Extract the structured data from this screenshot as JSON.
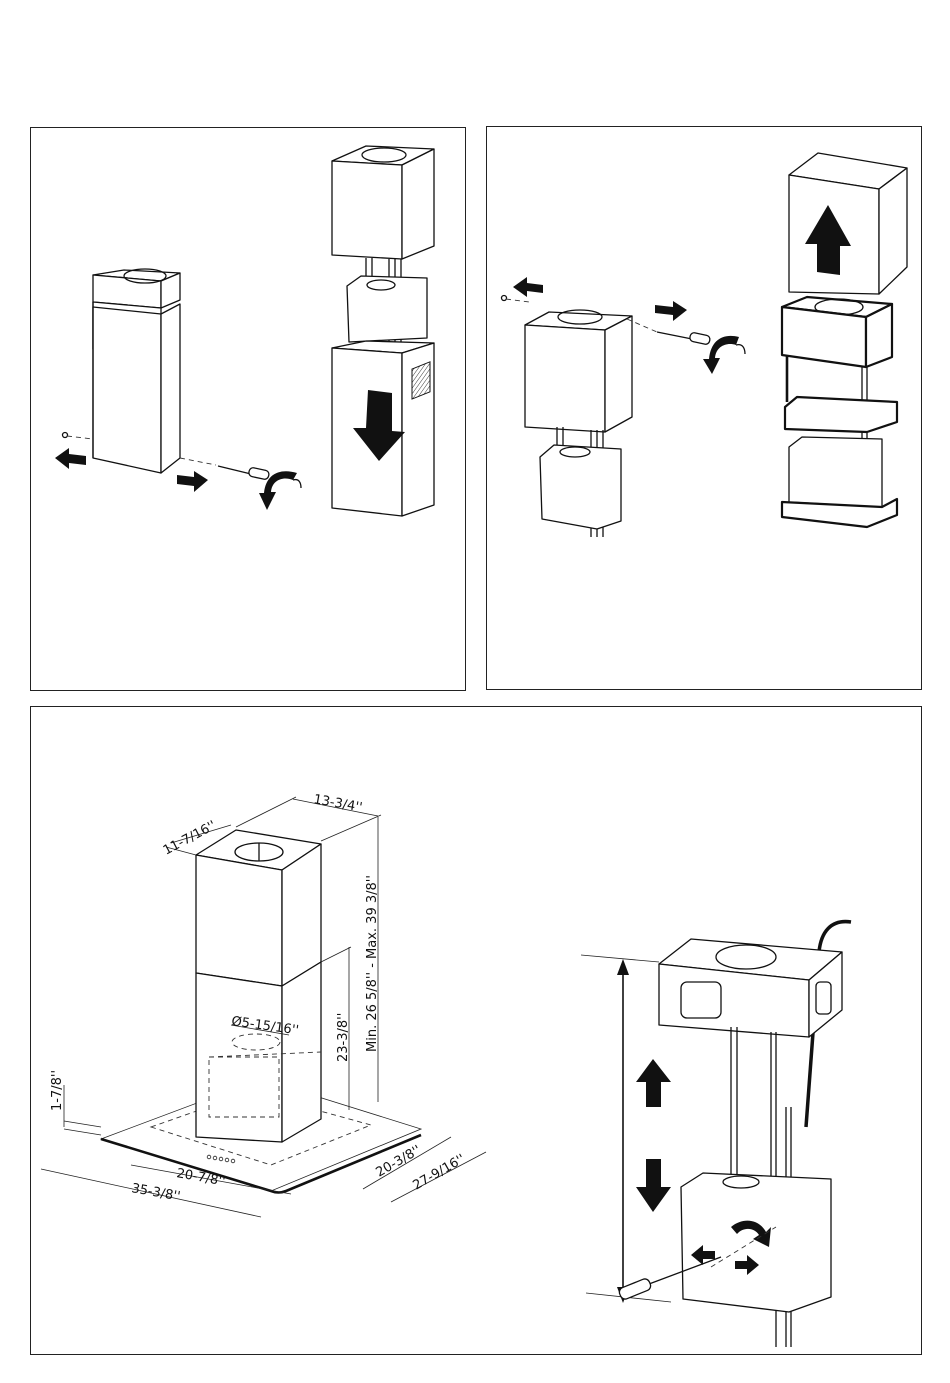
{
  "document": {
    "type": "installation-manual-page",
    "panels": [
      {
        "id": "step-remove-lower-chimney",
        "illustration": "chimney hood with screws removed, lower chimney slid down",
        "icons": [
          "arrow-left-icon",
          "arrow-right-icon",
          "screwdriver-icon",
          "rotate-ccw-icon",
          "arrow-down-icon"
        ]
      },
      {
        "id": "step-remove-upper-chimney",
        "illustration": "upper chimney screws removed, upper cover lifted off frame",
        "icons": [
          "arrow-left-icon",
          "arrow-right-icon",
          "screwdriver-icon",
          "rotate-ccw-icon",
          "arrow-up-icon"
        ]
      },
      {
        "id": "step-dimensions-and-height-adjustment",
        "illustration": "hood dimensions drawing and telescopic frame height adjustment",
        "icons": [
          "arrow-up-icon",
          "arrow-down-icon",
          "screwdriver-icon",
          "rotate-icon",
          "double-arrow-icon"
        ]
      }
    ]
  },
  "dimensions": {
    "chimney_depth": "11-7/16''",
    "chimney_width": "13-3/4''",
    "height_range": "Min. 26 5/8''  -  Max. 39 3/8''",
    "lower_chimney_height": "23-3/8''",
    "duct_diameter": "Ø5-15/16''",
    "canopy_thickness": "1-7/8''",
    "canopy_inner_width": "20-7/8''",
    "canopy_width": "35-3/8''",
    "canopy_inner_depth": "20-3/8''",
    "canopy_depth": "27-9/16''"
  }
}
